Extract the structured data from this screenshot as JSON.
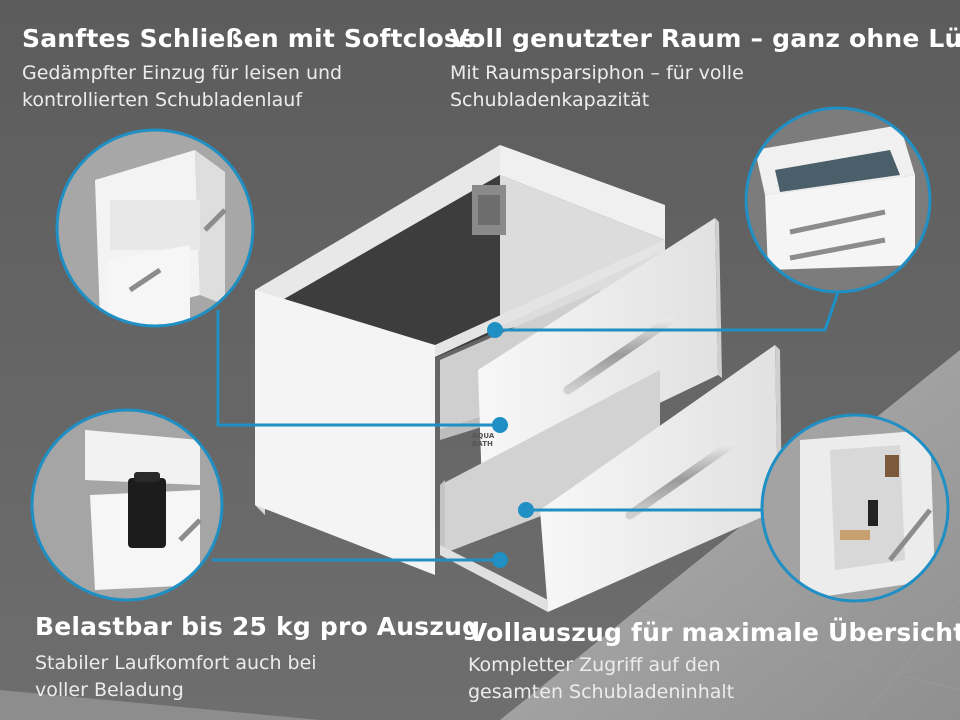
{
  "features": [
    {
      "title": "Sanftes Schließen mit Softclose",
      "lines": [
        "Gedämpfter Einzug für leisen und",
        "kontrollierten Schubladenlauf"
      ]
    },
    {
      "title": "Voll genutzter Raum – ganz ohne Lücke",
      "lines": [
        "Mit Raumsparsiphon – für volle",
        "Schubladenkapazität"
      ]
    },
    {
      "title": "Belastbar bis 25 kg pro Auszug",
      "lines": [
        "Stabiler Laufkomfort auch bei",
        "voller Beladung"
      ]
    },
    {
      "title": "Vollauszug für maximale Übersicht",
      "lines": [
        "Kompletter Zugriff auf den",
        "gesamten Schubladeninhalt"
      ]
    }
  ],
  "drawer_label": "AQUA BATH",
  "colors": {
    "accent": "#1f8fc4",
    "wall": "#646464",
    "floor": "#a9a9a9",
    "cabinet": "#f2f2f2"
  },
  "icons": [
    "zoom-circle-softclose",
    "zoom-circle-siphon",
    "zoom-circle-load",
    "zoom-circle-fullextension"
  ]
}
